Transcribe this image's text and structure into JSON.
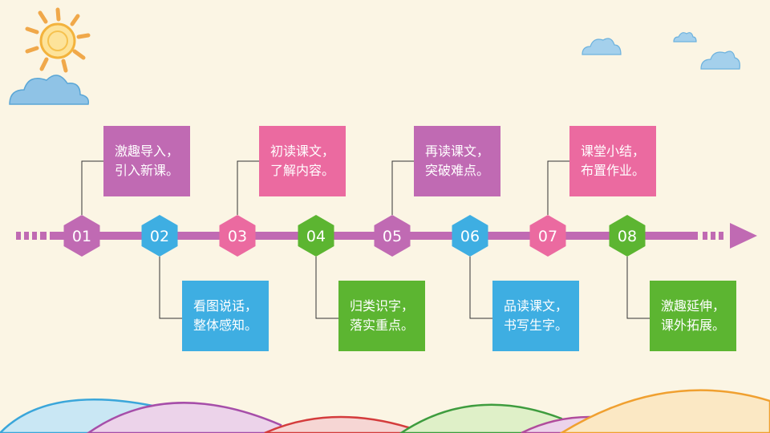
{
  "steps": [
    {
      "number": "01",
      "text": "激趣导入，\n引入新课。",
      "color": "#c06ab3",
      "position": "top"
    },
    {
      "number": "02",
      "text": "看图说话，\n整体感知。",
      "color": "#3eaee2",
      "position": "bottom"
    },
    {
      "number": "03",
      "text": "初读课文，\n了解内容。",
      "color": "#eb6aa0",
      "position": "top"
    },
    {
      "number": "04",
      "text": "归类识字，\n落实重点。",
      "color": "#5cb531",
      "position": "bottom"
    },
    {
      "number": "05",
      "text": "再读课文，\n突破难点。",
      "color": "#c06ab3",
      "position": "top"
    },
    {
      "number": "06",
      "text": "品读课文，\n书写生字。",
      "color": "#3eaee2",
      "position": "bottom"
    },
    {
      "number": "07",
      "text": "课堂小结，\n布置作业。",
      "color": "#eb6aa0",
      "position": "top"
    },
    {
      "number": "08",
      "text": "激趣延伸，\n课外拓展。",
      "color": "#5cb531",
      "position": "bottom"
    }
  ],
  "timeline_color": "#c06ab3",
  "connector_color": "#333333",
  "background_color": "#fbf5e4"
}
